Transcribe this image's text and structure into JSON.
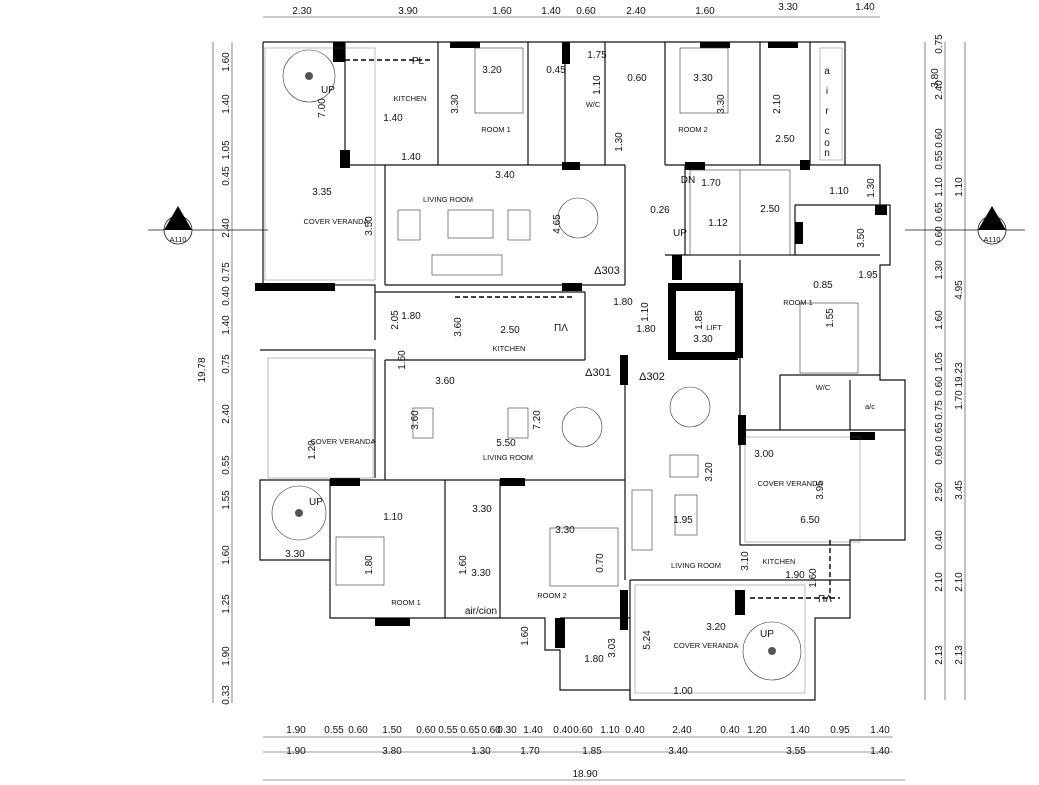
{
  "title": "",
  "dims_top": [
    "2.30",
    "3.90",
    "1.60",
    "1.40",
    "0.60",
    "2.40",
    "1.60",
    "3.30",
    "1.40"
  ],
  "dims_bottom_1": [
    "1.90",
    "0.55",
    "0.60",
    "1.50",
    "0.60",
    "0.55",
    "0.65",
    "0.60",
    "0.30",
    "1.40",
    "0.40",
    "0.60",
    "1.10",
    "0.40",
    "2.40",
    "0.40",
    "1.20",
    "1.40",
    "0.95",
    "1.40"
  ],
  "dims_bottom_2": [
    "1.90",
    "3.80",
    "1.30",
    "1.70",
    "1.85",
    "3.40",
    "3.55",
    "1.40"
  ],
  "dims_bottom_total": "18.90",
  "dims_left": [
    "1.60",
    "1.40",
    "1.05",
    "0.45",
    "2.40",
    "0.75",
    "0.40",
    "1.40",
    "0.75",
    "2.40",
    "0.55",
    "1.55",
    "1.60",
    "1.25",
    "1.90",
    "0.33"
  ],
  "dims_left_total": "19.78",
  "dims_right_1": [
    "0.75",
    "2.40",
    "0.60",
    "0.55",
    "1.10",
    "0.65",
    "0.60",
    "1.30",
    "1.60",
    "1.05",
    "0.60",
    "0.75",
    "0.65",
    "0.60",
    "2.50",
    "0.40",
    "2.10",
    "2.13"
  ],
  "dims_right_2": [
    "3.80",
    "1.10",
    "4.95",
    "1.70",
    "3.45",
    "2.10",
    "2.13"
  ],
  "dims_right_total": "19.23",
  "section_markers": [
    {
      "number": "1",
      "sheet": "A110"
    },
    {
      "number": "1",
      "sheet": "A110"
    }
  ],
  "levels": [
    "Δ303",
    "Δ301",
    "Δ302"
  ],
  "rooms": [
    {
      "name": "KITCHEN"
    },
    {
      "name": "ROOM 1"
    },
    {
      "name": "W/C"
    },
    {
      "name": "ROOM 2"
    },
    {
      "name": "LIVING ROOM"
    },
    {
      "name": "COVER VERANDA"
    },
    {
      "name": "KITCHEN"
    },
    {
      "name": "LIFT"
    },
    {
      "name": "ROOM 1"
    },
    {
      "name": "W/C"
    },
    {
      "name": "a/c"
    },
    {
      "name": "COVER VERANDA"
    },
    {
      "name": "LIVING ROOM"
    },
    {
      "name": "COVER VERANDA"
    },
    {
      "name": "ROOM 1"
    },
    {
      "name": "ROOM 2"
    },
    {
      "name": "air/cion"
    },
    {
      "name": "LIVING ROOM"
    },
    {
      "name": "KITCHEN"
    },
    {
      "name": "COVER VERANDA"
    }
  ],
  "stair_labels": [
    "UP",
    "UP",
    "UP",
    "UP",
    "DN"
  ],
  "service_labels": [
    "PL",
    "ΠΛ",
    "ΠΛ"
  ],
  "aircon_vertical": [
    "a",
    "i",
    "r",
    "c",
    "o",
    "n"
  ],
  "inner_dims": [
    "3.20",
    "0.45",
    "1.75",
    "0.60",
    "3.30",
    "3.30",
    "3.30",
    "2.10",
    "1.10",
    "1.30",
    "2.50",
    "1.40",
    "1.40",
    "7.00",
    "3.40",
    "3.35",
    "3.50",
    "4.65",
    "1.70",
    "0.26",
    "1.12",
    "2.50",
    "1.10",
    "1.30",
    "3.50",
    "0.85",
    "1.95",
    "1.80",
    "2.05",
    "3.60",
    "2.50",
    "1.80",
    "1.10",
    "1.80",
    "1.85",
    "3.30",
    "1.55",
    "3.60",
    "3.60",
    "7.20",
    "5.50",
    "1.20",
    "3.00",
    "3.95",
    "6.50",
    "3.20",
    "1.95",
    "3.30",
    "1.10",
    "3.30",
    "3.30",
    "1.80",
    "1.60",
    "3.30",
    "0.70",
    "1.60",
    "1.80",
    "3.03",
    "5.24",
    "3.20",
    "1.00",
    "3.10",
    "1.90",
    "1.60",
    "1.50"
  ]
}
